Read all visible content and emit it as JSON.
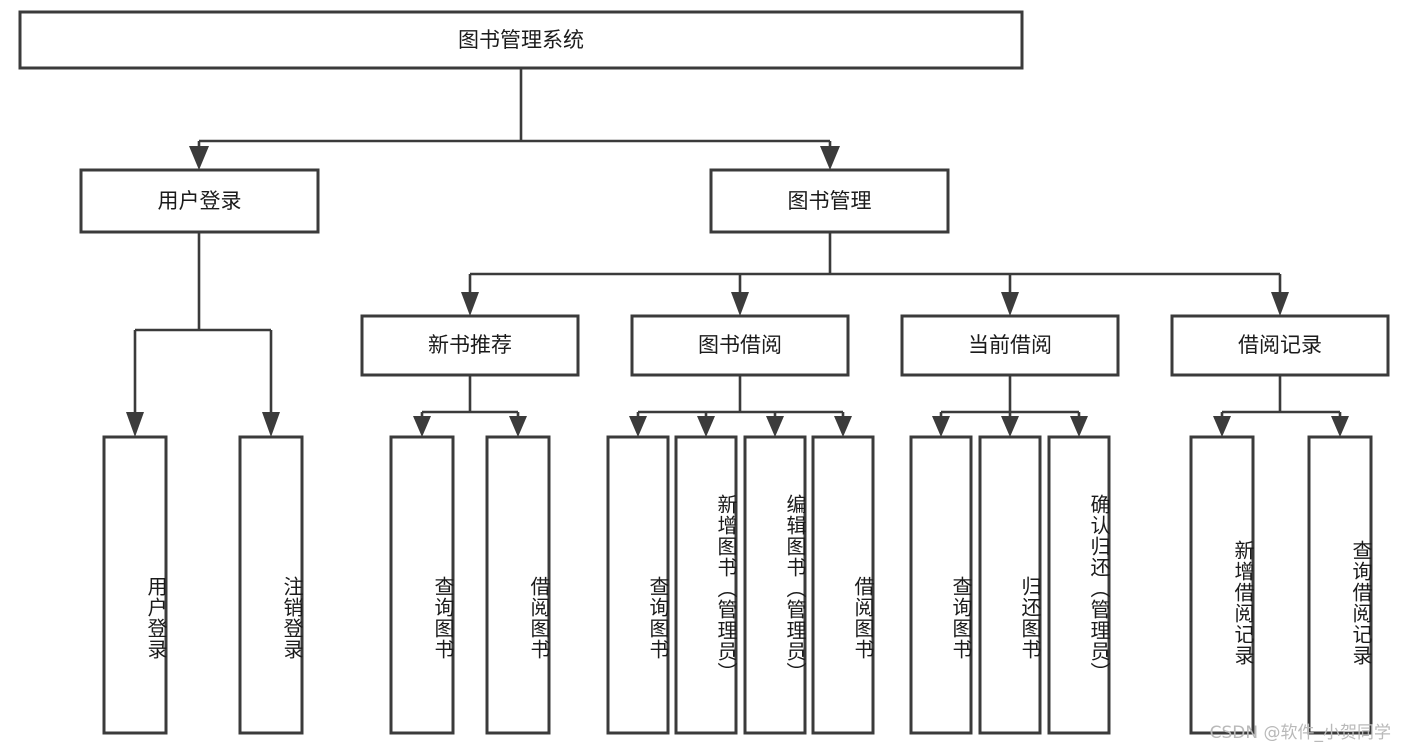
{
  "diagram": {
    "type": "tree",
    "title": "图书管理系统",
    "orientation": "top-down",
    "colors": {
      "box_stroke": "#3b3b3b",
      "box_fill": "#ffffff",
      "connector": "#3b3b3b",
      "text": "#1b1b1b",
      "watermark": "#b9b9b9"
    },
    "root": {
      "label": "图书管理系统"
    },
    "level2": [
      {
        "label": "用户登录"
      },
      {
        "label": "图书管理"
      }
    ],
    "level3": [
      {
        "label": "新书推荐"
      },
      {
        "label": "图书借阅"
      },
      {
        "label": "当前借阅"
      },
      {
        "label": "借阅记录"
      }
    ],
    "leaves": {
      "user_login": [
        {
          "label": "用户登录"
        },
        {
          "label": "注销登录"
        }
      ],
      "new_book_recommend": [
        {
          "label": "查询图书"
        },
        {
          "label": "借阅图书"
        }
      ],
      "book_borrow": [
        {
          "label": "查询图书"
        },
        {
          "label": "新增图书（管理员）"
        },
        {
          "label": "编辑图书（管理员）"
        },
        {
          "label": "借阅图书"
        }
      ],
      "current_borrow": [
        {
          "label": "查询图书"
        },
        {
          "label": "归还图书"
        },
        {
          "label": "确认归还（管理员）"
        }
      ],
      "borrow_record": [
        {
          "label": "新增借阅记录"
        },
        {
          "label": "查询借阅记录"
        }
      ]
    }
  },
  "watermark": {
    "text": "CSDN @软件_小贺同学"
  }
}
